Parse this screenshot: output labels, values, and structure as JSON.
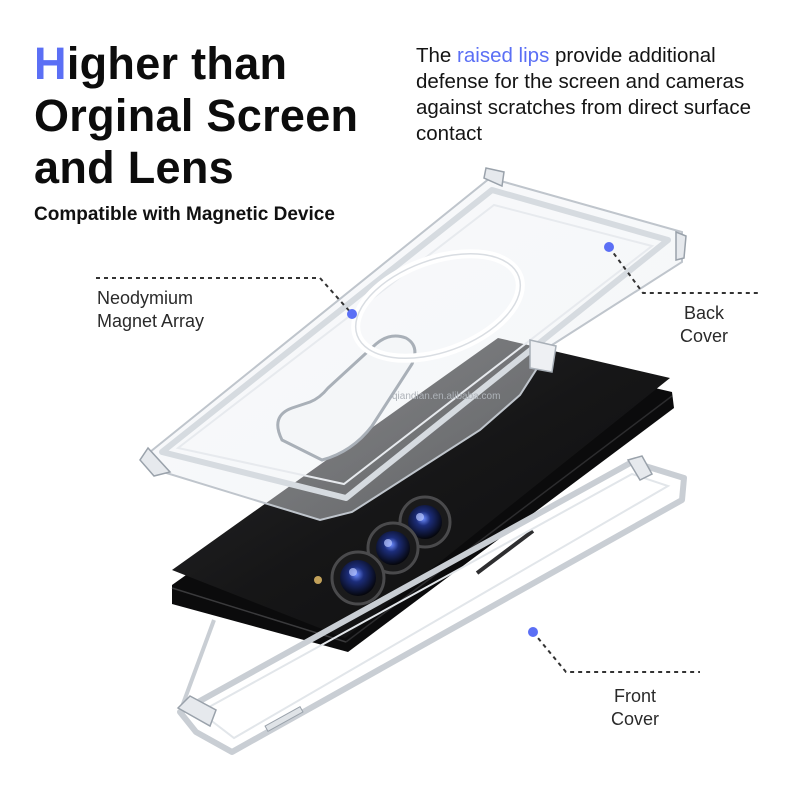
{
  "headline": {
    "first_letter": "H",
    "line1_rest": "igher than",
    "line2": "Orginal Screen",
    "line3": "and Lens"
  },
  "subheading": "Compatible with Magnetic Device",
  "description": {
    "before": "The ",
    "highlight": "raised lips",
    "after": " provide additional defense for the screen and cameras against scratches from direct surface contact"
  },
  "callouts": {
    "magnet": {
      "line1": "Neodymium",
      "line2": "Magnet Array"
    },
    "back": {
      "line1": "Back",
      "line2": "Cover"
    },
    "front": {
      "line1": "Front",
      "line2": "Cover"
    }
  },
  "watermark": "qiandian.en.alibaba.com",
  "colors": {
    "accent": "#5b6ff5",
    "text": "#111111",
    "phone_body": "#1d1d1f",
    "case_outline": "#c9ced4"
  },
  "icons": [
    "magnet-ring-icon",
    "camera-lens-icon",
    "callout-dot-icon"
  ]
}
